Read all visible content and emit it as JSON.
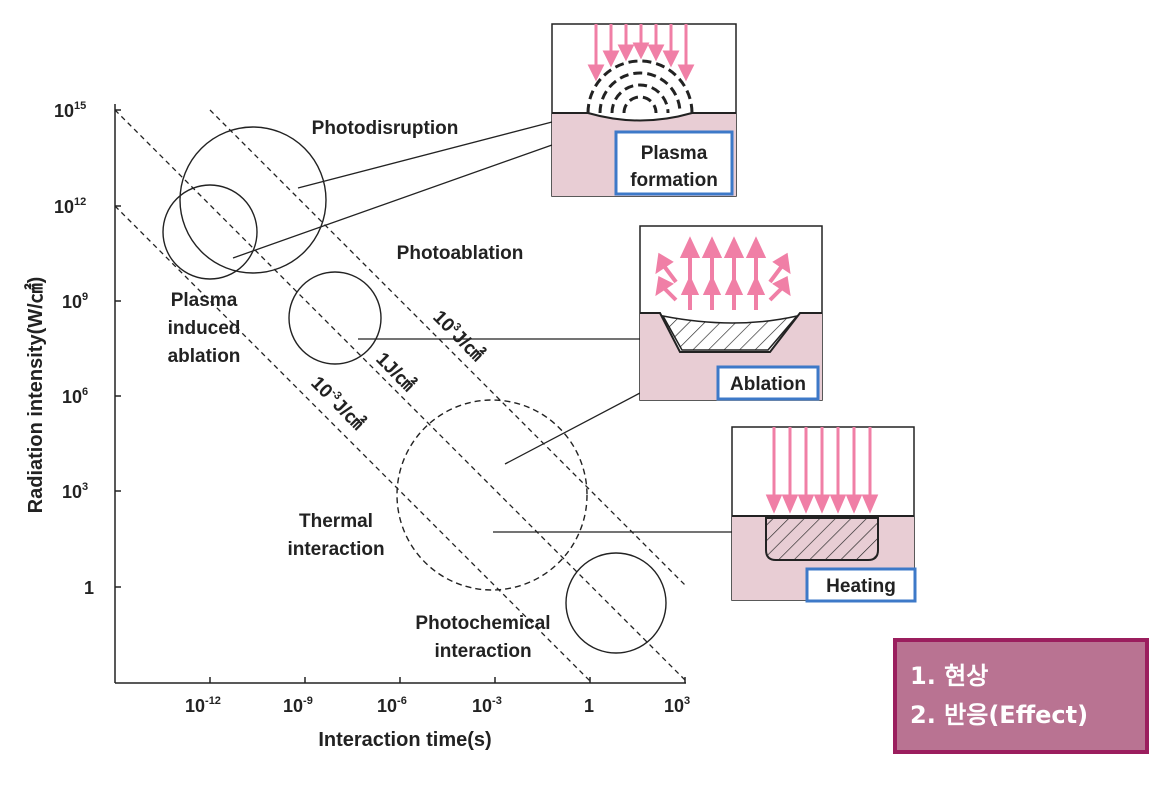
{
  "axes": {
    "y_title": "Radiation intensity(W/㎠)",
    "x_title": "Interaction time(s)",
    "y_ticks": [
      {
        "base": "10",
        "exp": "15"
      },
      {
        "base": "10",
        "exp": "12"
      },
      {
        "base": "10",
        "exp": "9"
      },
      {
        "base": "10",
        "exp": "6"
      },
      {
        "base": "10",
        "exp": "3"
      },
      {
        "base": "1",
        "exp": ""
      }
    ],
    "x_ticks": [
      {
        "base": "10",
        "exp": "-12"
      },
      {
        "base": "10",
        "exp": "-9"
      },
      {
        "base": "10",
        "exp": "-6"
      },
      {
        "base": "10",
        "exp": "-3"
      },
      {
        "base": "1",
        "exp": ""
      },
      {
        "base": "10",
        "exp": "3"
      }
    ]
  },
  "fluence_lines": [
    {
      "base": "10",
      "exp": "3",
      "unit": "J/㎠"
    },
    {
      "base": "1",
      "exp": "",
      "unit": "J/㎠"
    },
    {
      "base": "10",
      "exp": "-3",
      "unit": "J/㎠"
    }
  ],
  "regions": {
    "photodisruption": "Photodisruption",
    "photoablation": "Photoablation",
    "plasma_line1": "Plasma",
    "plasma_line2": "induced",
    "plasma_line3": "ablation",
    "thermal_line1": "Thermal",
    "thermal_line2": "interaction",
    "photochem_line1": "Photochemical",
    "photochem_line2": "interaction"
  },
  "insets": {
    "plasma_line1": "Plasma",
    "plasma_line2": "formation",
    "ablation": "Ablation",
    "heating": "Heating"
  },
  "legend": {
    "line1": "1. 현상",
    "line2": "2. 반응(Effect)"
  },
  "colors": {
    "arrow_pink": "#f07fa6",
    "tissue_pink": "#e8cdd4",
    "label_box_border": "#3d79c8",
    "legend_fill": "#b97392",
    "legend_border": "#9b1e5e"
  }
}
